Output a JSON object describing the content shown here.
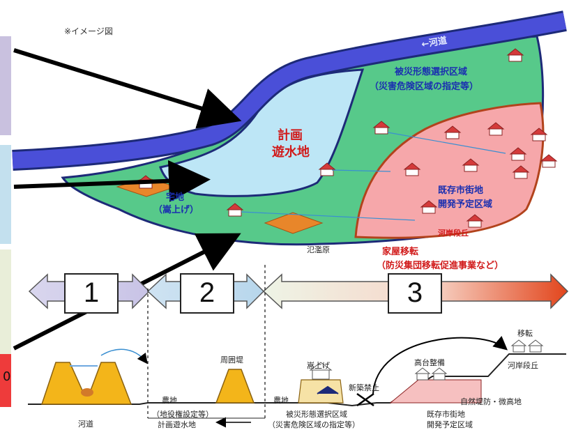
{
  "note": "※イメージ図",
  "colors": {
    "channel": "#4a4fd8",
    "green_zone": "#57c98a",
    "light_blue_zone": "#bde6f6",
    "pink_zone": "#f6a7aa",
    "outline": "#1d2a78",
    "arrow_red": "#e2451c",
    "dike_yellow": "#f3b51a"
  },
  "labels": {
    "channel": "←河道",
    "selection_zone_1": "被災形態選択区域",
    "selection_zone_2": "（災害危険区域の指定等）",
    "retention_1": "計画",
    "retention_2": "遊水地",
    "raised_1": "宅地",
    "raised_2": "（嵩上げ）",
    "urban_1": "既存市街地",
    "urban_2": "開発予定区域",
    "terrace": "河岸段丘",
    "floodplain": "氾濫原",
    "relocation_1": "家屋移転",
    "relocation_2": "（防災集団移転促進事業など）"
  },
  "zones": [
    "1",
    "2",
    "3"
  ],
  "section": {
    "ring_levee": "周囲堤",
    "raise": "嵩上げ",
    "highland": "高台整備",
    "move": "移転",
    "terrace": "河岸段丘",
    "farmland_1": "農地",
    "farmland_2": "農地",
    "build_ban": "新築禁止",
    "natural_levee": "自然堤防・微高地",
    "river": "河道",
    "retention_a": "（地役権設定等）",
    "retention_b": "計画遊水地",
    "selection_a": "被災形態選択区域",
    "selection_b": "（災害危険区域の指定等）",
    "urban_a": "既存市街地",
    "urban_b": "開発予定区域"
  },
  "left_fragment": "0"
}
